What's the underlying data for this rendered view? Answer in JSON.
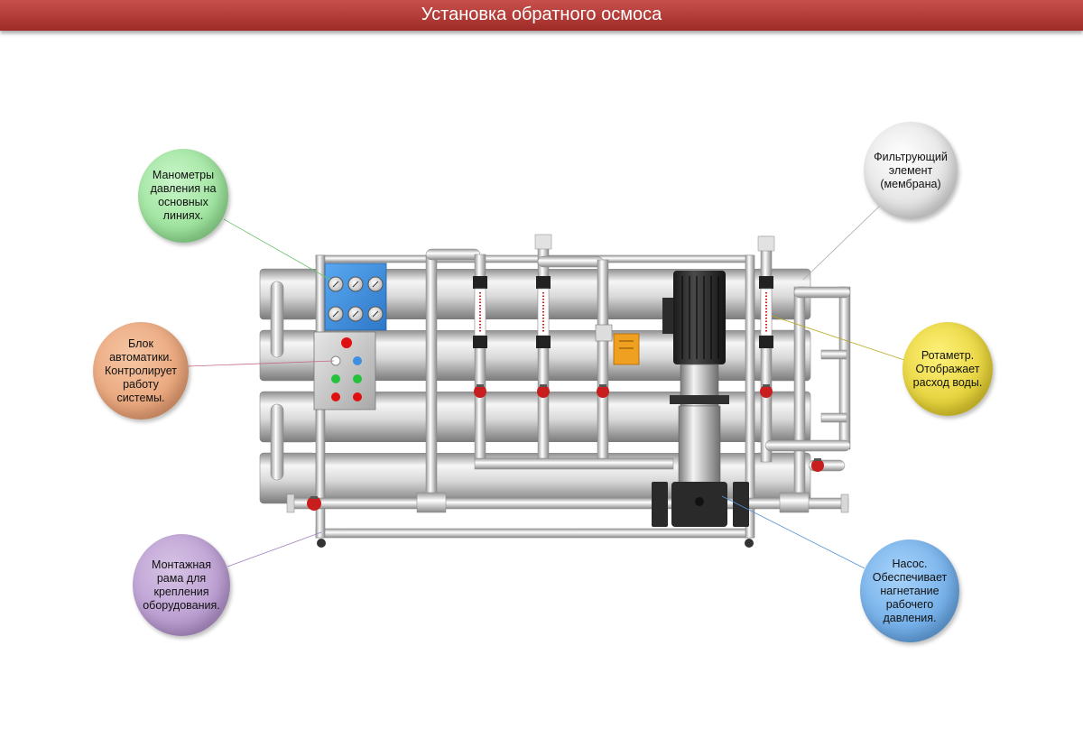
{
  "header": {
    "title": "Установка обратного осмоса"
  },
  "callouts": {
    "gauges": "Манометры давления на основных линиях.",
    "automation": "Блок автоматики. Контролирует работу системы.",
    "frame": "Монтажная рама для крепления оборудования.",
    "membrane": "Фильтрующий элемент (мембрана)",
    "rotameter": "Ротаметр. Отображает расход воды.",
    "pump": "Насос. Обеспечивает нагнетание рабочего давления."
  },
  "colors": {
    "header": "#b23b37",
    "gauge_panel": "#3f8fe0",
    "valve": "#c81e1e",
    "pump_motor": "#2b2b2b",
    "actuator": "#f0a020"
  }
}
